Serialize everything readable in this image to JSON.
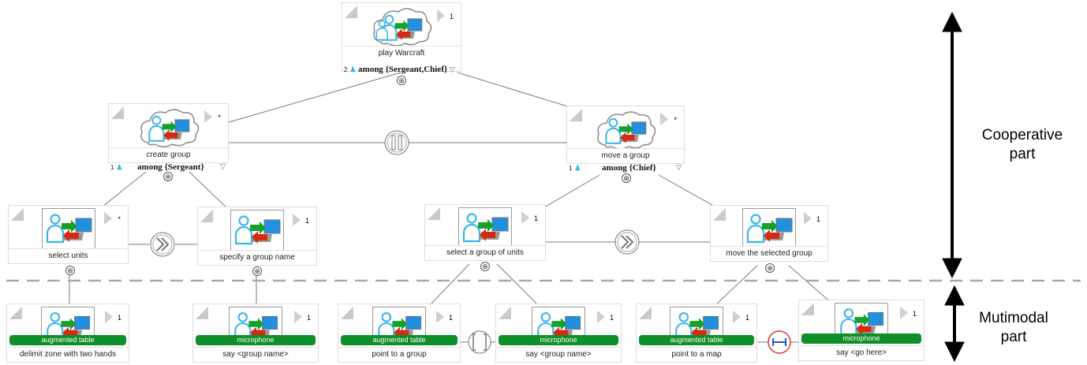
{
  "colors": {
    "actor": "#39b6e6",
    "green_arrow": "#16a02c",
    "red_arrow": "#d42a12",
    "screen": "#2290e0",
    "badge_green": "#0f8f2a",
    "separator": "#a9a9a9"
  },
  "root": {
    "label": "play Warcraft",
    "multiplicity": "1",
    "role_count": "2",
    "role": "among {Sergeant,Chief}"
  },
  "create_group": {
    "label": "create group",
    "multiplicity": "*",
    "role_count": "1",
    "role": "among {Sergeant}"
  },
  "move_group": {
    "label": "move a group",
    "multiplicity": "*",
    "role_count": "1",
    "role": "among {Chief}"
  },
  "select_units": {
    "label": "select units",
    "multiplicity": "*"
  },
  "specify_name": {
    "label": "specify a group name",
    "multiplicity": "1"
  },
  "select_group_units": {
    "label": "select a group of units",
    "multiplicity": "1"
  },
  "move_selected": {
    "label": "move the selected group",
    "multiplicity": "1"
  },
  "leaves": [
    {
      "badge": "augmented table",
      "label": "delimit zone with two hands",
      "multiplicity": "1"
    },
    {
      "badge": "microphone",
      "label": "say <group name>",
      "multiplicity": "1"
    },
    {
      "badge": "augmented table",
      "label": "point to a group",
      "multiplicity": "1"
    },
    {
      "badge": "microphone",
      "label": "say <group name>",
      "multiplicity": "1"
    },
    {
      "badge": "augmented table",
      "label": "point to a map",
      "multiplicity": "1"
    },
    {
      "badge": "microphone",
      "label": "say <go here>",
      "multiplicity": "1"
    }
  ],
  "side": {
    "cooperative_1": "Cooperative",
    "cooperative_2": "part",
    "multimodal_1": "Mutimodal",
    "multimodal_2": "part"
  },
  "icons": {
    "plus": "⊕",
    "concurrency": "concurrency-operator-icon",
    "enabling": "enabling-operator-icon",
    "order_independence": "order-independence-operator-icon",
    "actor_task": "cooperative-task-icon"
  }
}
